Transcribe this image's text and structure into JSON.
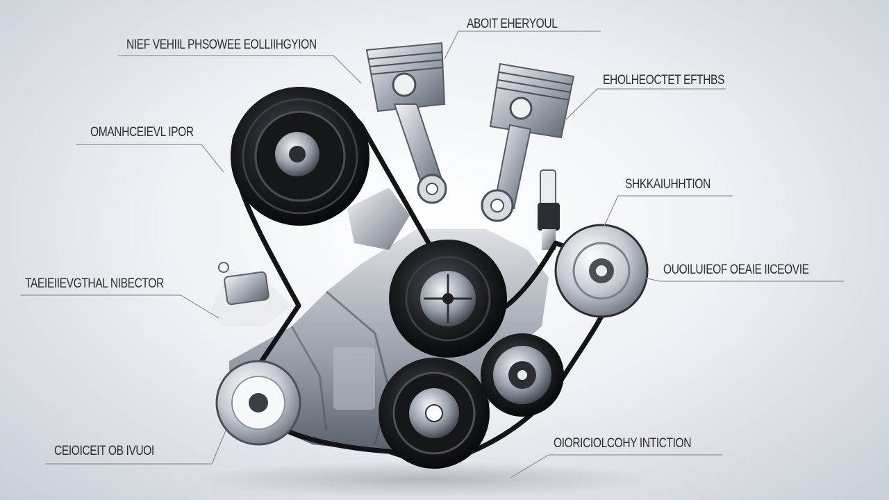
{
  "labels": {
    "top_left": "NIEF VEHIIL PHSOWEE EOLLIIHGYION",
    "top_center": "ABOIT EHERYOUL",
    "right_upper": "EHOLHEOCTET EFTHBS",
    "left_upper": "OMANHCEIEVL IPOR",
    "right_middle": "SHKKAIUHHTION",
    "left_middle": "TAEIEIIEVGTHAL NIBECTOR",
    "right_lower": "OUOILUIEOF OEAIE IICEOVIE",
    "left_lower": "CEIOICEIT OB IVUOI",
    "bottom_right": "OIORICIOLCOHY INTICTION"
  }
}
